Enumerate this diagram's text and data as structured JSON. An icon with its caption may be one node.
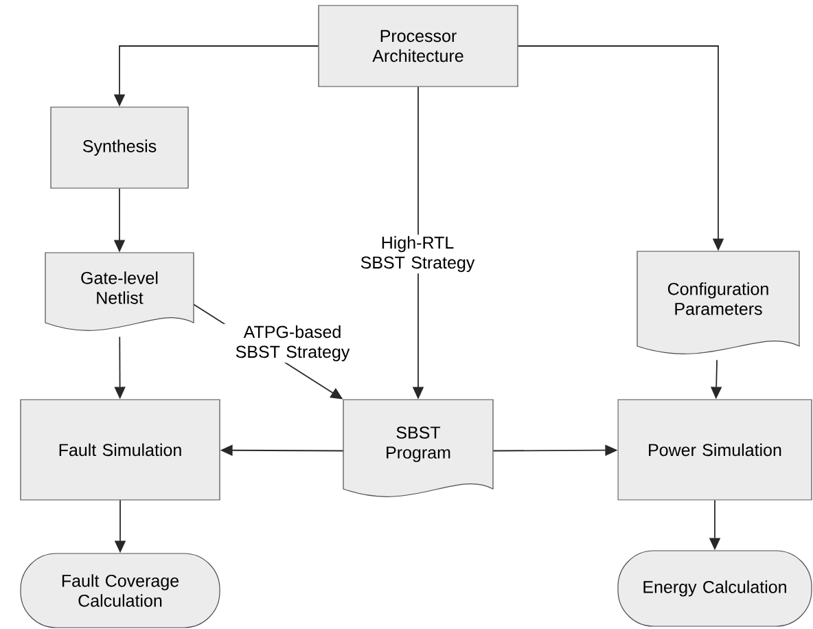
{
  "diagram": {
    "nodes": [
      {
        "text": [
          "Processor Architecture"
        ]
      },
      {
        "text": [
          "Synthesis"
        ]
      },
      {
        "text": [
          "Gate-level Netlist"
        ]
      },
      {
        "text": [
          "Configuration Parameters"
        ]
      },
      {
        "text": [
          "SBST Program"
        ]
      },
      {
        "text": [
          "Fault Simulation"
        ]
      },
      {
        "text": [
          "Power Simulation"
        ]
      },
      {
        "text": [
          "Fault Coverage Calculation"
        ]
      },
      {
        "text": [
          "Energy Calculation"
        ]
      }
    ],
    "edges": [
      {
        "from": 0,
        "to": 1,
        "arrow": "to"
      },
      {
        "from": 0,
        "to": 3,
        "arrow": "to"
      },
      {
        "from": 0,
        "to": 4,
        "arrow": "to",
        "label": "High-RTL SBST Strategy"
      },
      {
        "from": 1,
        "to": 2,
        "arrow": "to"
      },
      {
        "from": 2,
        "to": 5,
        "arrow": "to"
      },
      {
        "from": 2,
        "to": 4,
        "arrow": "to",
        "label": "ATPG-based SBST Strategy"
      },
      {
        "from": 3,
        "to": 6,
        "arrow": "to"
      },
      {
        "from": 4,
        "to": 5,
        "arrow": "to"
      },
      {
        "from": 4,
        "to": 6,
        "arrow": "to"
      },
      {
        "from": 5,
        "to": 7,
        "arrow": "to"
      },
      {
        "from": 6,
        "to": 8,
        "arrow": "to"
      }
    ]
  }
}
